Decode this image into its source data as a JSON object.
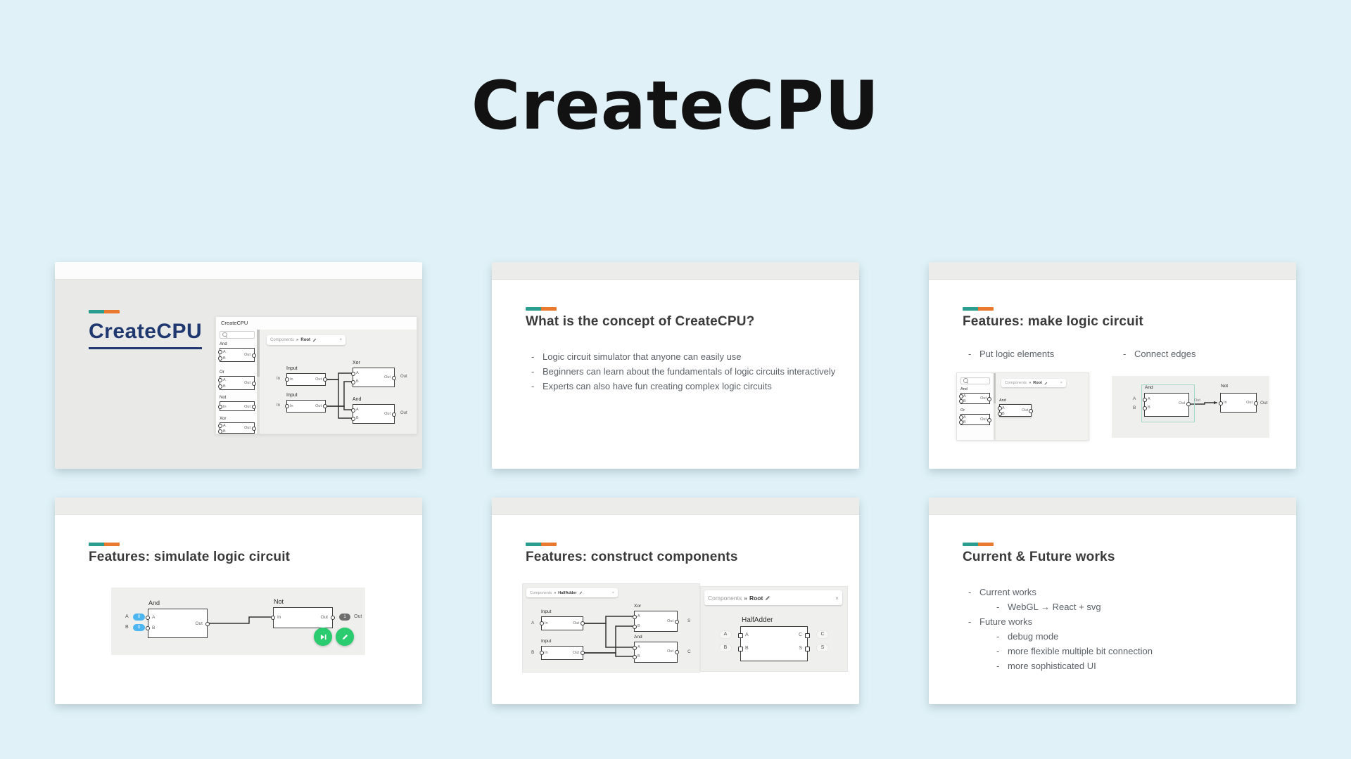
{
  "page": {
    "title": "CreateCPU"
  },
  "ui": {
    "dash": "-",
    "close": "×",
    "breadcrumb_sep": "»"
  },
  "labels": {
    "components": "Components",
    "root": "Root",
    "half_adder": "HalfAdder",
    "and": "And",
    "or": "Or",
    "not": "Not",
    "xor": "Xor",
    "input": "Input",
    "a": "A",
    "b": "B",
    "c": "C",
    "s": "S",
    "in": "In",
    "out": "Out"
  },
  "colors": {
    "background": "#e0f2f8",
    "accent_teal": "#2a9d8f",
    "accent_orange": "#e8792e",
    "logo_navy": "#1f3970",
    "slide_title": "#3a3a3a",
    "body_text": "#5d6267",
    "button_green": "#2bcb70",
    "pill_blue": "#4db5f0",
    "pill_dark": "#6e6e6e"
  },
  "slides": [
    {
      "name": "title",
      "logo": "CreateCPU",
      "app_title": "CreateCPU",
      "breadcrumb_current": "Root"
    },
    {
      "name": "concept",
      "title": "What is the concept of CreateCPU?",
      "bullets": [
        "Logic circuit simulator that anyone can easily use",
        "Beginners can learn about the fundamentals of logic circuits interactively",
        "Experts can also have fun creating complex logic circuits"
      ]
    },
    {
      "name": "make-logic-circuit",
      "title": "Features: make logic circuit",
      "bullet_left": "Put logic elements",
      "bullet_right": "Connect edges",
      "breadcrumb_current": "Root"
    },
    {
      "name": "simulate-logic-circuit",
      "title": "Features: simulate logic circuit",
      "value_a": "0",
      "value_b": "0",
      "value_out": "1"
    },
    {
      "name": "construct-components",
      "title": "Features: construct components",
      "breadcrumb_left": "HalfAdder",
      "breadcrumb_right": "Root"
    },
    {
      "name": "current-future-works",
      "title": "Current & Future works",
      "bullets": [
        {
          "text": "Current works",
          "children": [
            "WebGL → React + svg"
          ]
        },
        {
          "text": "Future works",
          "children": [
            "debug mode",
            "more flexible multiple bit connection",
            "more sophisticated UI"
          ]
        }
      ]
    }
  ]
}
